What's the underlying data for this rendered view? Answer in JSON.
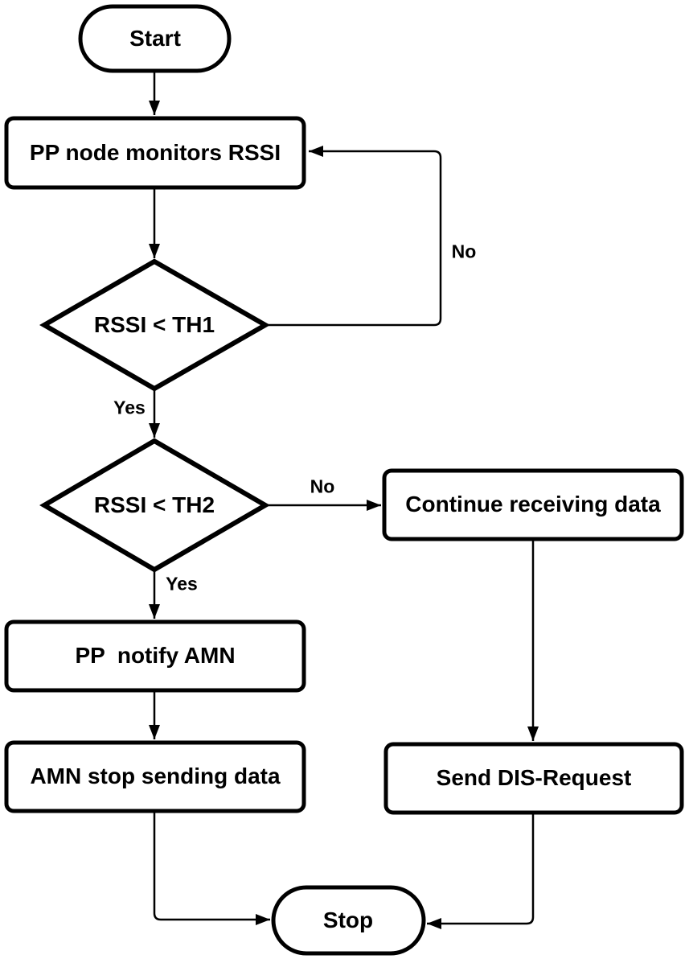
{
  "diagram": {
    "type": "flowchart",
    "colors": {
      "background": "#ffffff",
      "stroke": "#000000",
      "text": "#000000"
    },
    "nodes": {
      "start": {
        "label": "Start",
        "shape": "terminator"
      },
      "monitor_rssi": {
        "label": "PP node monitors RSSI",
        "shape": "process"
      },
      "check_th1": {
        "label": "RSSI < TH1",
        "shape": "decision"
      },
      "check_th2": {
        "label": "RSSI < TH2",
        "shape": "decision"
      },
      "continue_receiving": {
        "label": "Continue receiving data",
        "shape": "process"
      },
      "pp_notify_amn": {
        "label": "PP  notify AMN",
        "shape": "process"
      },
      "amn_stop_sending": {
        "label": "AMN stop sending data",
        "shape": "process"
      },
      "send_dis_request": {
        "label": "Send DIS-Request",
        "shape": "process"
      },
      "stop": {
        "label": "Stop",
        "shape": "terminator"
      }
    },
    "edge_labels": {
      "th1_no": "No",
      "th1_yes": "Yes",
      "th2_no": "No",
      "th2_yes": "Yes"
    }
  }
}
